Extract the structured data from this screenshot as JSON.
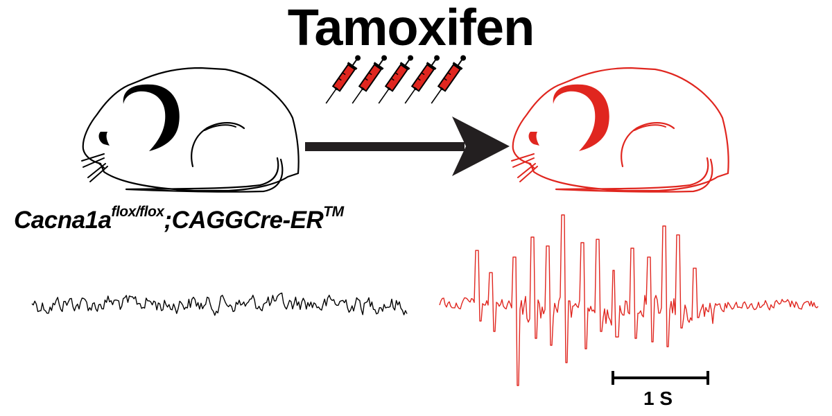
{
  "title": "Tamoxifen",
  "genotype": {
    "gene": "Cacna1a",
    "allele_sup": "flox/flox",
    "separator": ";",
    "driver": "CAGGCre-ER",
    "driver_sup": "TM"
  },
  "scale_bar": {
    "label": "1 S"
  },
  "colors": {
    "control": "#000000",
    "treated": "#e0261f",
    "syringe_fill": "#e0261f"
  },
  "icons": {
    "control_mouse": "mouse-icon",
    "treated_mouse": "mouse-icon",
    "syringe": "syringe-icon",
    "arrow": "right-arrow-icon"
  },
  "syringe_count": 5
}
